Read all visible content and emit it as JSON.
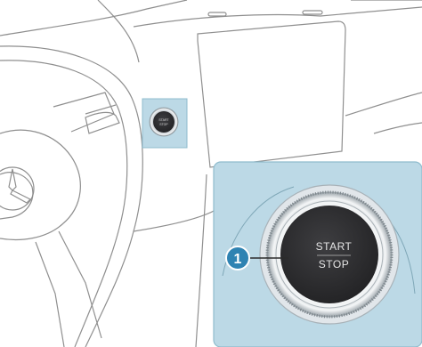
{
  "button": {
    "label_top": "START",
    "label_bottom": "STOP",
    "small_label_top": "START",
    "small_label_bottom": "STOP"
  },
  "callout": {
    "number": "1"
  },
  "colors": {
    "highlight_fill": "#bcd9e6",
    "highlight_stroke": "#8fbccd",
    "callout_fill": "#2f83b2",
    "button_body": "#2f2f31",
    "line": "#8f8f8f"
  },
  "icons": {
    "wheel_emblem": "three-pointed-star-icon"
  }
}
